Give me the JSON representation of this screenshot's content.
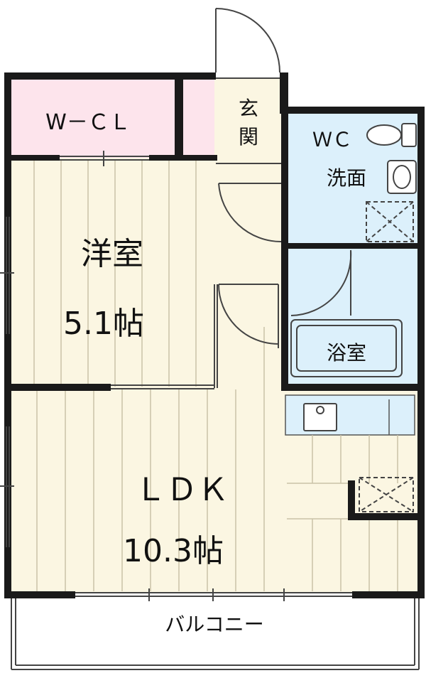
{
  "rooms": {
    "wcl": {
      "label": "W－ＣＬ"
    },
    "entrance": {
      "label_line1": "玄",
      "label_line2": "関"
    },
    "wc_wash": {
      "label_line1": "ＷＣ",
      "label_line2": "洗面"
    },
    "western": {
      "label": "洋室",
      "size": "5.1帖"
    },
    "bath": {
      "label": "浴室"
    },
    "ldk": {
      "label": "ＬＤＫ",
      "size": "10.3帖"
    },
    "balcony": {
      "label": "バルコニー"
    }
  },
  "colors": {
    "wall": "#1a1a1a",
    "floor_wood": "#fbf6e2",
    "floor_grain": "#c9c2a8",
    "closet": "#fde4ec",
    "wet_area": "#dcf0fb",
    "balcony": "#ffffff"
  }
}
